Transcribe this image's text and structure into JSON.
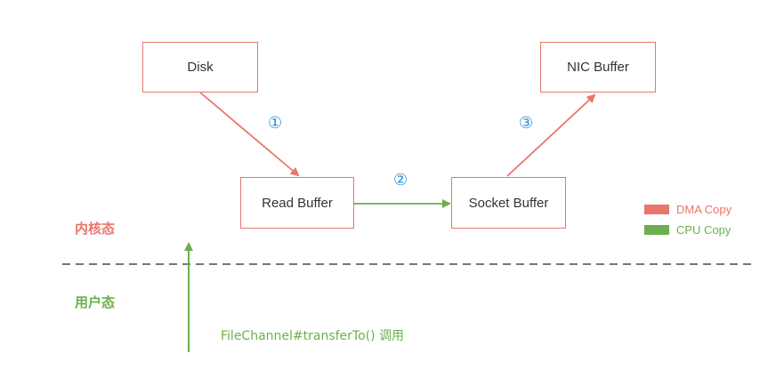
{
  "colors": {
    "dma": "#e8766a",
    "cpu": "#6ab04c",
    "step": "#2b8fd6",
    "divider": "#777777",
    "box_text": "#333333"
  },
  "boxes": {
    "disk": "Disk",
    "read_buffer": "Read Buffer",
    "socket_buffer": "Socket Buffer",
    "nic_buffer": "NIC Buffer"
  },
  "steps": {
    "one": "①",
    "two": "②",
    "three": "③"
  },
  "zones": {
    "kernel": "内核态",
    "user": "用户态"
  },
  "call_label": "FileChannel#transferTo() 调用",
  "legend": {
    "dma": "DMA Copy",
    "cpu": "CPU Copy"
  }
}
